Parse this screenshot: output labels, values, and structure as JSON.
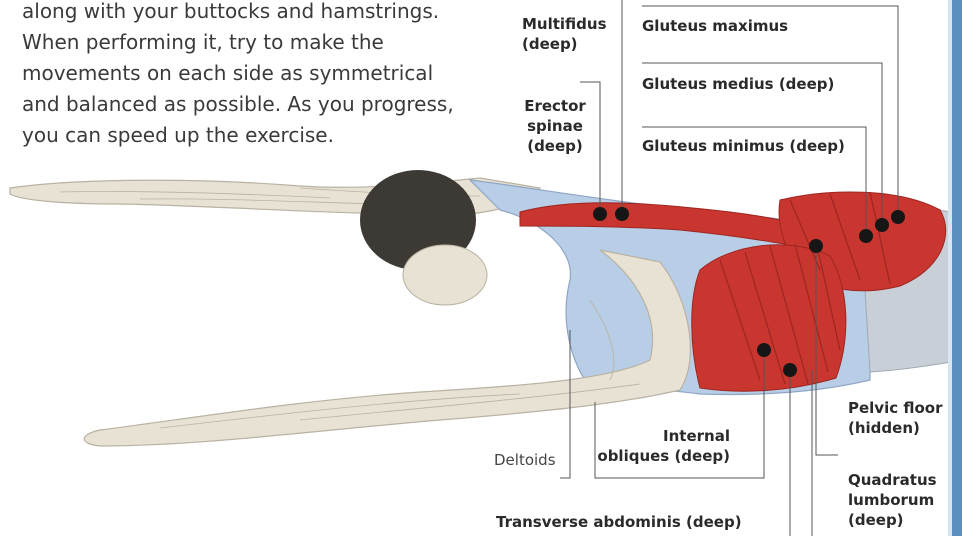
{
  "intro_lines": [
    "along with your buttocks and hamstrings.",
    "When performing it, try to make the",
    "movements on each side as symmetrical",
    "and balanced as possible. As you progress,",
    "you can speed up the exercise."
  ],
  "labels": {
    "multifidus": [
      "Multifidus",
      "(deep)"
    ],
    "erector_spinae": [
      "Erector",
      "spinae",
      "(deep)"
    ],
    "gluteus_maximus": "Gluteus maximus",
    "gluteus_medius": "Gluteus medius (deep)",
    "gluteus_minimus": "Gluteus minimus (deep)",
    "pelvic_floor": [
      "Pelvic floor",
      "(hidden)"
    ],
    "internal_obliques": [
      "Internal",
      "obliques (deep)"
    ],
    "quadratus_lumborum": [
      "Quadratus",
      "lumborum",
      "(deep)"
    ],
    "transverse_abdominis": "Transverse abdominis (deep)",
    "deltoids": "Deltoids"
  },
  "colors": {
    "muscle": "#c8362f",
    "muscle_dark": "#9e2620",
    "skin": "#e8e2d4",
    "skin_line": "#b9b2a2",
    "hair": "#3d3a36",
    "garment": "#b8cde6",
    "dot": "#161616",
    "leader": "#555555",
    "edge": "#5a8fbf"
  }
}
